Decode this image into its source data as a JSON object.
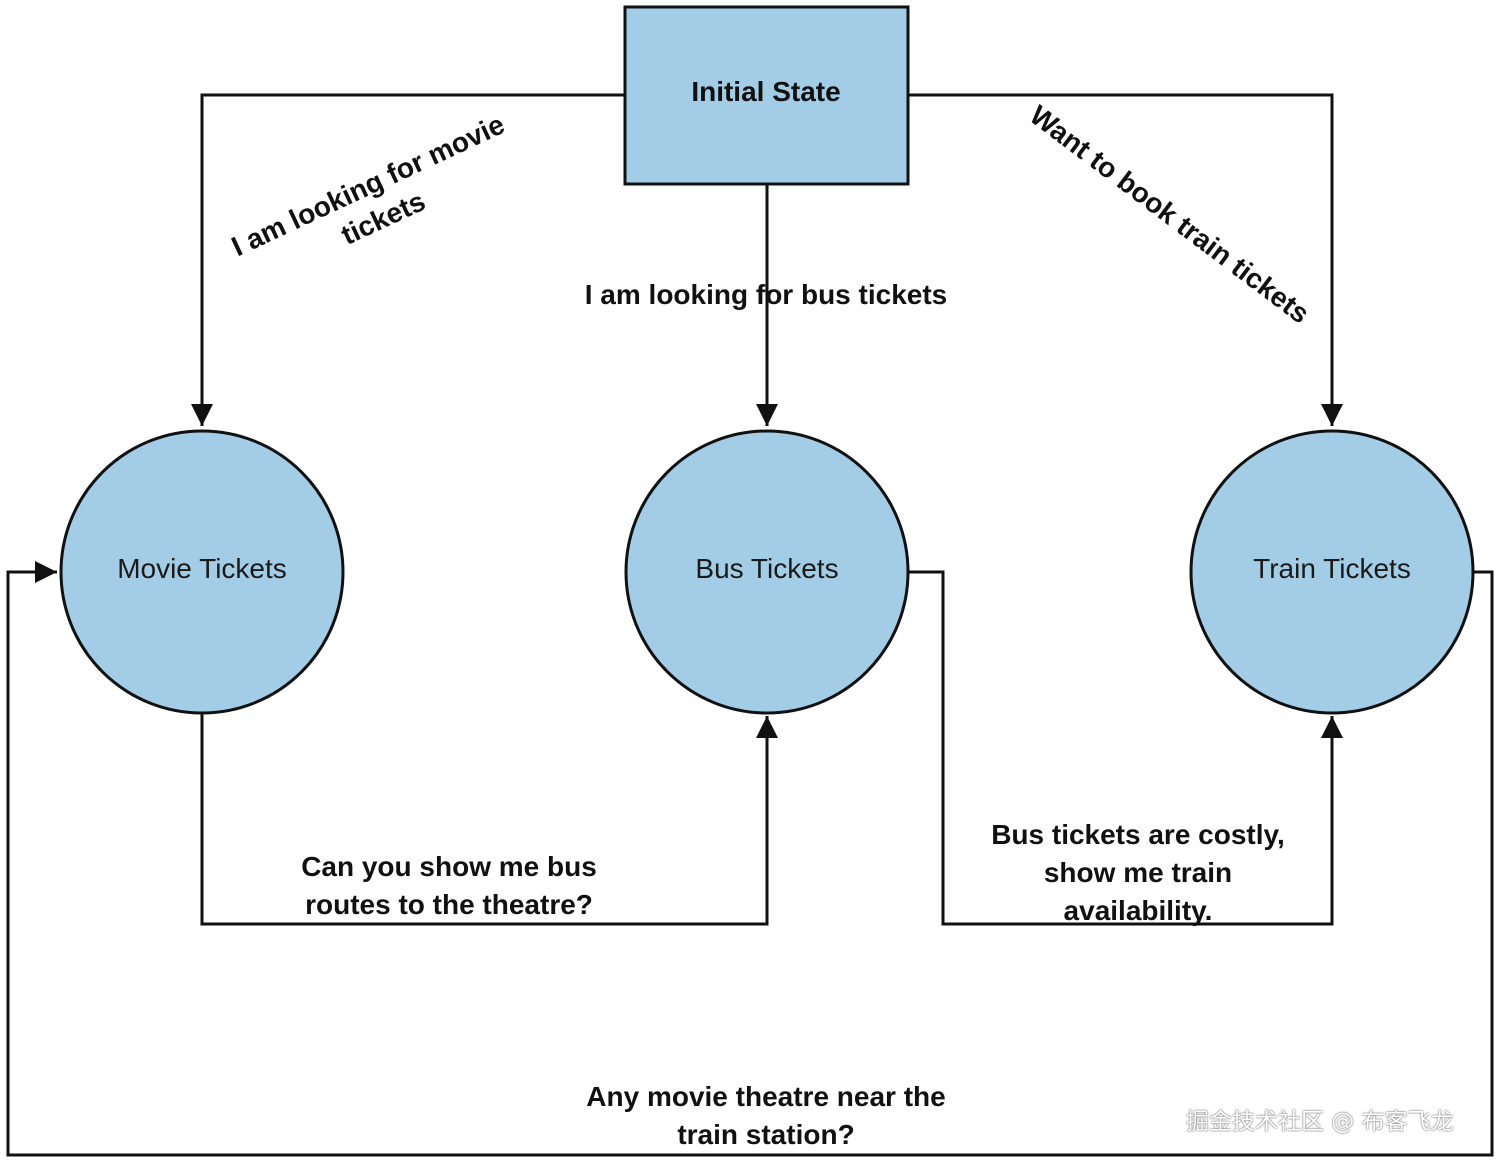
{
  "colors": {
    "node_fill": "#a3cde6",
    "stroke": "#111111",
    "text": "#111111"
  },
  "nodes": {
    "initial": {
      "label": "Initial State"
    },
    "movie": {
      "label": "Movie Tickets"
    },
    "bus": {
      "label": "Bus Tickets"
    },
    "train": {
      "label": "Train Tickets"
    }
  },
  "edges": {
    "initial_to_movie": {
      "line1": "I am looking for movie",
      "line2": "tickets"
    },
    "initial_to_bus": {
      "label": "I am looking for bus tickets"
    },
    "initial_to_train": {
      "label": "Want to book train tickets"
    },
    "movie_to_bus": {
      "line1": "Can you show me bus",
      "line2": "routes to the theatre?"
    },
    "bus_to_train": {
      "line1": "Bus tickets are costly,",
      "line2": "show me train",
      "line3": "availability."
    },
    "train_to_movie": {
      "line1": "Any movie theatre near the",
      "line2": "train station?"
    }
  },
  "watermark": "掘金技术社区 @ 布客飞龙"
}
